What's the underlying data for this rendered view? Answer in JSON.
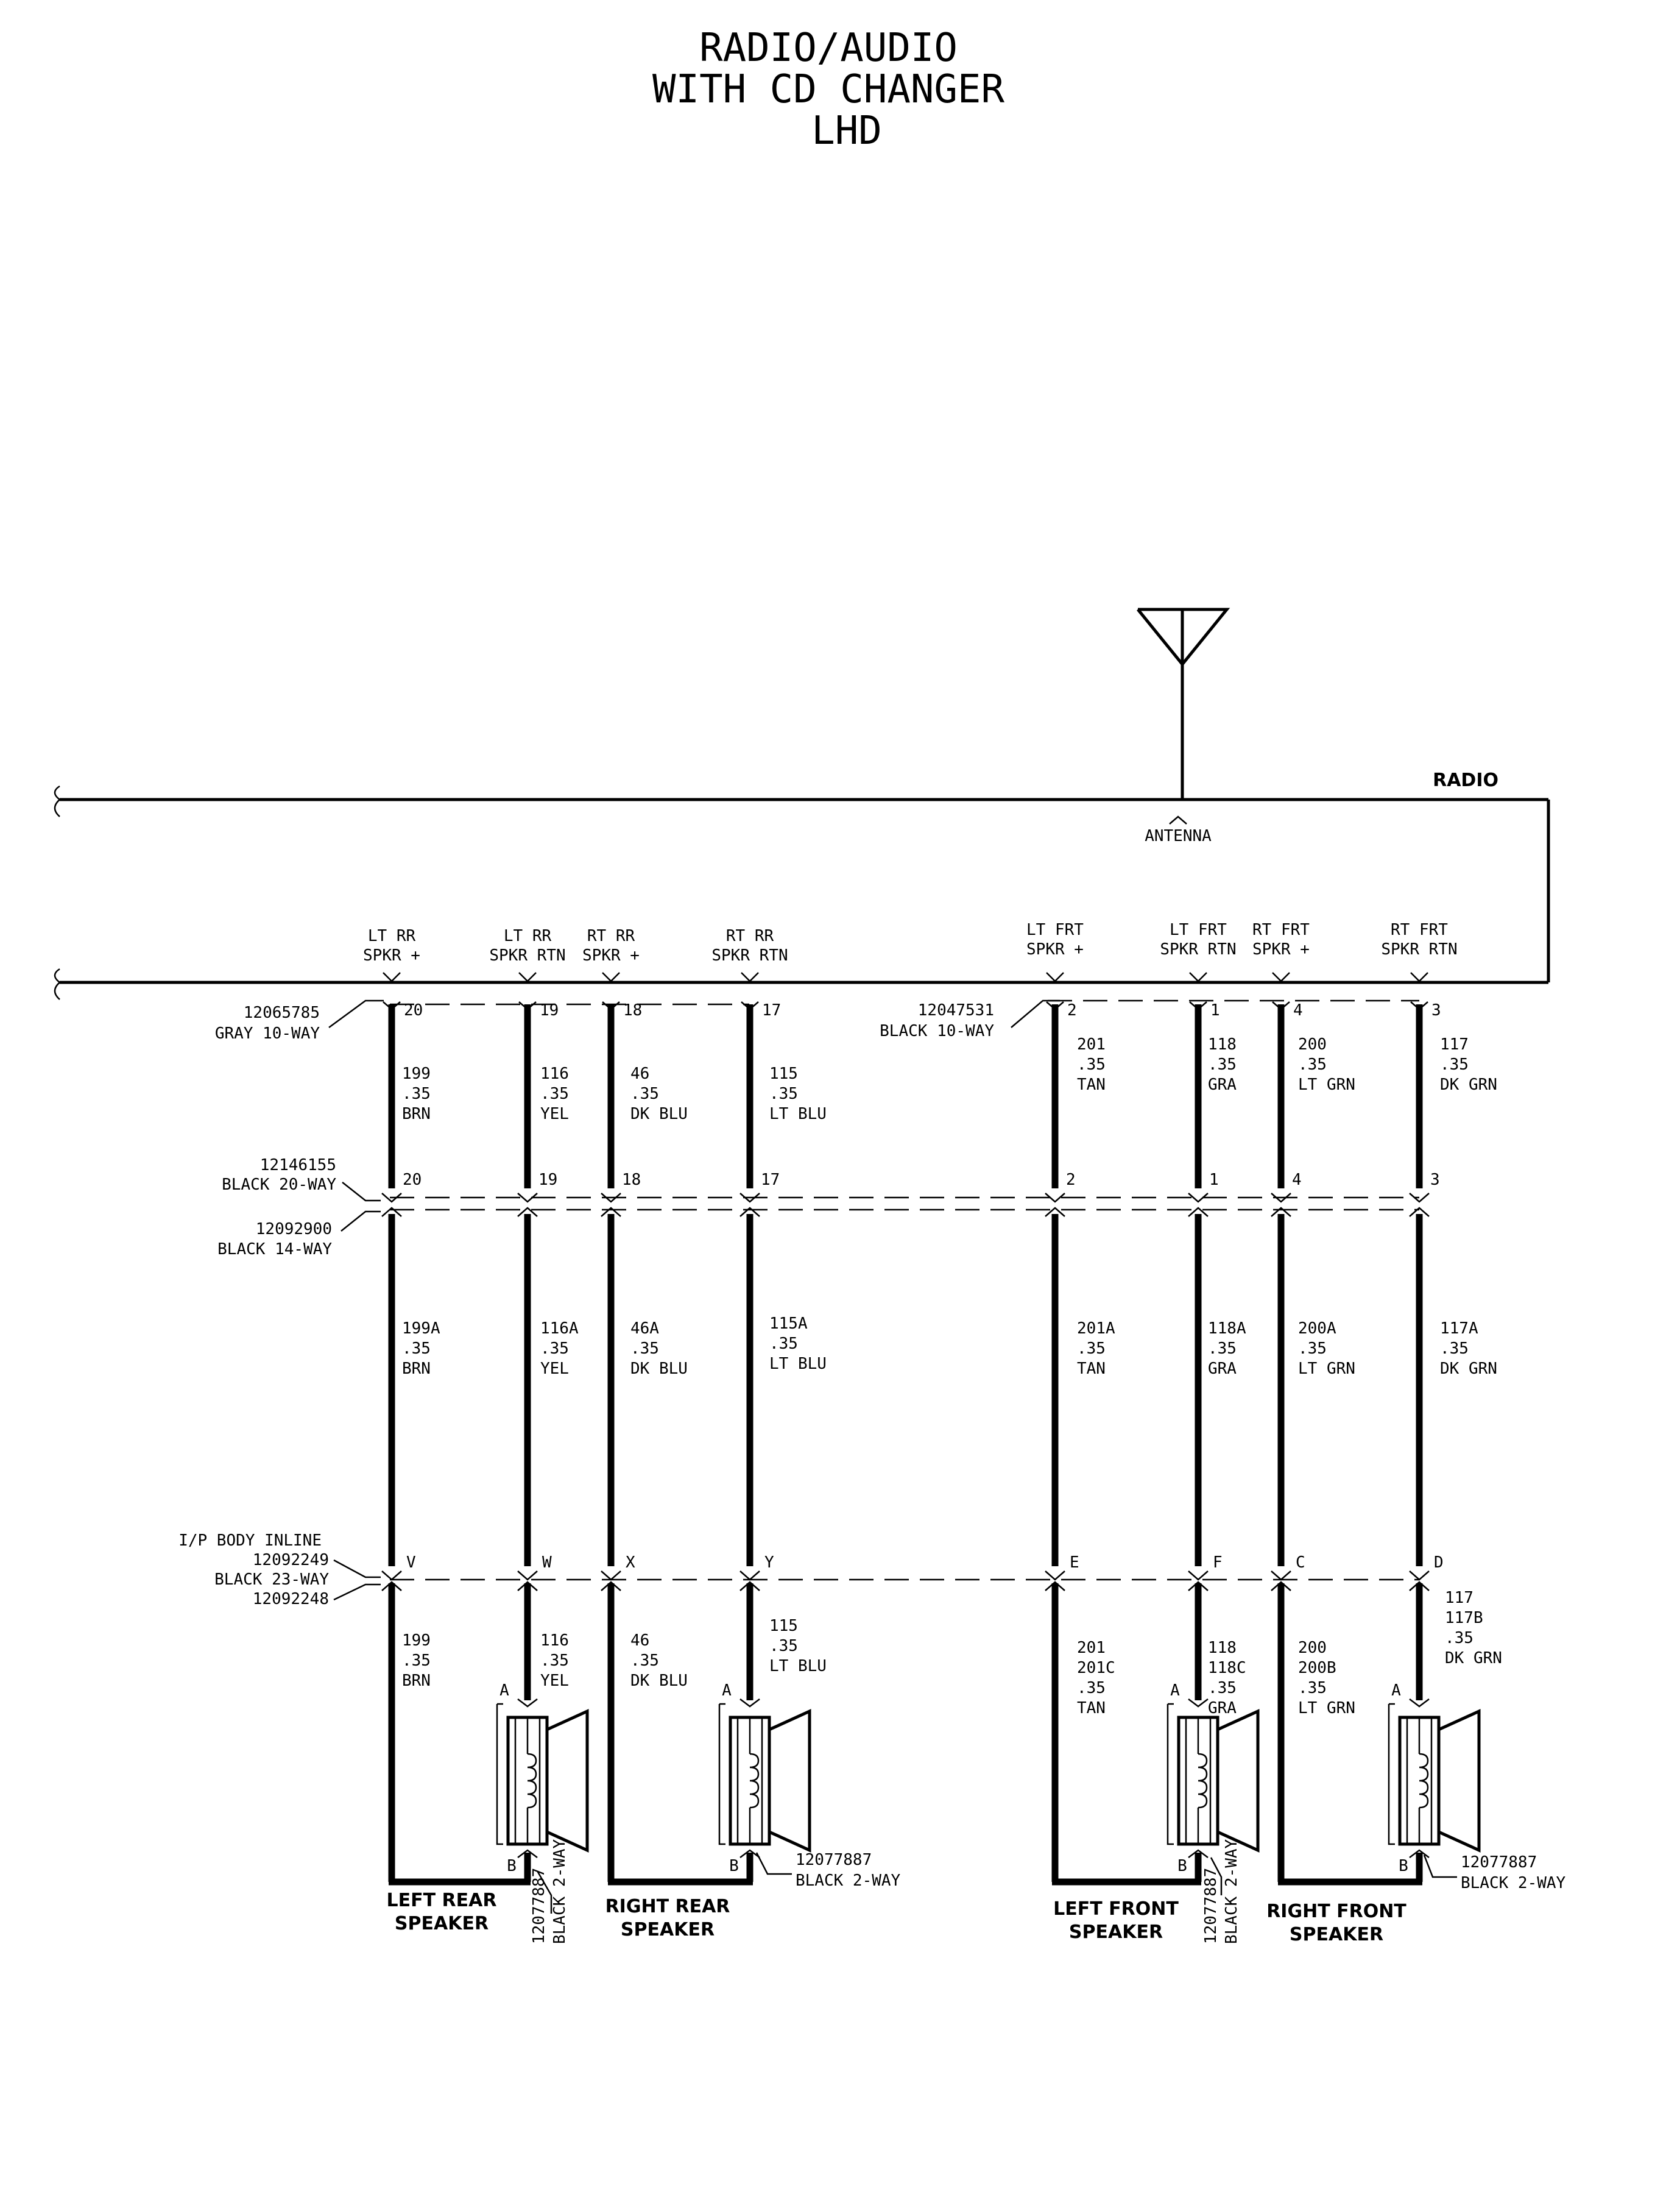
{
  "title": [
    "RADIO/AUDIO",
    "WITH CD CHANGER",
    "LHD"
  ],
  "radio": {
    "label": "RADIO",
    "antenna": "ANTENNA"
  },
  "connectors": {
    "radio_left": [
      "12065785",
      "GRAY 10-WAY"
    ],
    "radio_right": [
      "12047531",
      "BLACK 10-WAY"
    ],
    "c20": [
      "12146155",
      "BLACK 20-WAY"
    ],
    "c14": [
      "12092900",
      "BLACK 14-WAY"
    ],
    "ip": [
      "I/P BODY INLINE",
      "12092249",
      "BLACK 23-WAY",
      "12092248"
    ],
    "spk_lr": [
      "12077887",
      "BLACK 2-WAY"
    ],
    "spk_rr": [
      "12077887",
      "BLACK 2-WAY"
    ],
    "spk_lf": [
      "12077887",
      "BLACK 2-WAY"
    ],
    "spk_rf": [
      "12077887",
      "BLACK 2-WAY"
    ]
  },
  "circuits": [
    {
      "id": "lt-rr-spkr-plus",
      "func": [
        "LT RR",
        "SPKR +"
      ],
      "pin_radio": "20",
      "wire1": [
        "199",
        ".35",
        "BRN"
      ],
      "pin_20": "20",
      "wire2": [
        "199A",
        ".35",
        "BRN"
      ],
      "pin_ip": "V",
      "wire3": [
        "199",
        ".35",
        "BRN"
      ]
    },
    {
      "id": "lt-rr-spkr-rtn",
      "func": [
        "LT RR",
        "SPKR RTN"
      ],
      "pin_radio": "19",
      "wire1": [
        "116",
        ".35",
        "YEL"
      ],
      "pin_20": "19",
      "wire2": [
        "116A",
        ".35",
        "YEL"
      ],
      "pin_ip": "W",
      "wire3": [
        "116",
        ".35",
        "YEL"
      ]
    },
    {
      "id": "rt-rr-spkr-plus",
      "func": [
        "RT RR",
        "SPKR +"
      ],
      "pin_radio": "18",
      "wire1": [
        "46",
        ".35",
        "DK BLU"
      ],
      "pin_20": "18",
      "wire2": [
        "46A",
        ".35",
        "DK BLU"
      ],
      "pin_ip": "X",
      "wire3": [
        "46",
        ".35",
        "DK BLU"
      ]
    },
    {
      "id": "rt-rr-spkr-rtn",
      "func": [
        "RT RR",
        "SPKR RTN"
      ],
      "pin_radio": "17",
      "wire1": [
        "115",
        ".35",
        "LT BLU"
      ],
      "pin_20": "17",
      "wire2": [
        "115A",
        ".35",
        "LT BLU"
      ],
      "pin_ip": "Y",
      "wire3": [
        "115",
        ".35",
        "LT BLU"
      ]
    },
    {
      "id": "lt-frt-spkr-plus",
      "func": [
        "LT FRT",
        "SPKR +"
      ],
      "pin_radio": "2",
      "wire1": [
        "201",
        ".35",
        "TAN"
      ],
      "pin_20": "2",
      "wire2": [
        "201A",
        ".35",
        "TAN"
      ],
      "pin_ip": "E",
      "wire3": [
        "201",
        "201C",
        ".35",
        "TAN"
      ]
    },
    {
      "id": "lt-frt-spkr-rtn",
      "func": [
        "LT FRT",
        "SPKR RTN"
      ],
      "pin_radio": "1",
      "wire1": [
        "118",
        ".35",
        "GRA"
      ],
      "pin_20": "1",
      "wire2": [
        "118A",
        ".35",
        "GRA"
      ],
      "pin_ip": "F",
      "wire3": [
        "118",
        "118C",
        ".35",
        "GRA"
      ]
    },
    {
      "id": "rt-frt-spkr-plus",
      "func": [
        "RT FRT",
        "SPKR +"
      ],
      "pin_radio": "4",
      "wire1": [
        "200",
        ".35",
        "LT GRN"
      ],
      "pin_20": "4",
      "wire2": [
        "200A",
        ".35",
        "LT GRN"
      ],
      "pin_ip": "C",
      "wire3": [
        "200",
        "200B",
        ".35",
        "LT GRN"
      ]
    },
    {
      "id": "rt-frt-spkr-rtn",
      "func": [
        "RT FRT",
        "SPKR RTN"
      ],
      "pin_radio": "3",
      "wire1": [
        "117",
        ".35",
        "DK GRN"
      ],
      "pin_20": "3",
      "wire2": [
        "117A",
        ".35",
        "DK GRN"
      ],
      "pin_ip": "D",
      "wire3": [
        "117",
        "117B",
        ".35",
        "DK GRN"
      ]
    }
  ],
  "speakers": [
    {
      "id": "left-rear",
      "name": [
        "LEFT REAR",
        "SPEAKER"
      ],
      "pin_a": "A",
      "pin_b": "B"
    },
    {
      "id": "right-rear",
      "name": [
        "RIGHT REAR",
        "SPEAKER"
      ],
      "pin_a": "A",
      "pin_b": "B"
    },
    {
      "id": "left-front",
      "name": [
        "LEFT FRONT",
        "SPEAKER"
      ],
      "pin_a": "A",
      "pin_b": "B"
    },
    {
      "id": "right-front",
      "name": [
        "RIGHT FRONT",
        "SPEAKER"
      ],
      "pin_a": "A",
      "pin_b": "B"
    }
  ]
}
